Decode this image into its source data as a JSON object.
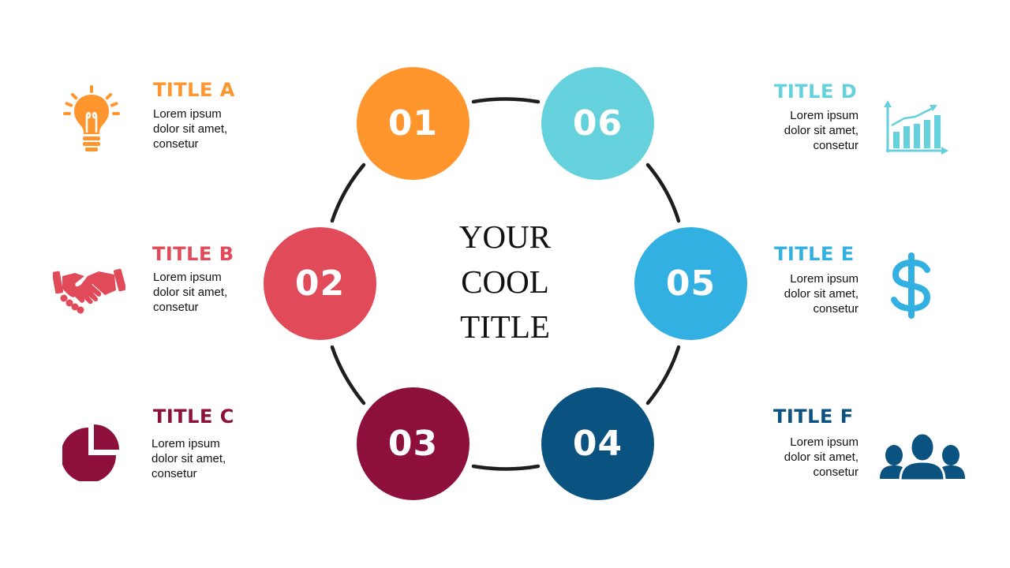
{
  "center_title": [
    "YOUR",
    "COOL",
    "TITLE"
  ],
  "colors": {
    "orange": "#FF952D",
    "red": "#E14A58",
    "maroon": "#8C103B",
    "navy": "#0A527F",
    "sky": "#33B0E2",
    "teal": "#64D1DC",
    "connector": "#1E1E1E"
  },
  "circles": [
    {
      "label": "01",
      "color": "#FF952D"
    },
    {
      "label": "02",
      "color": "#E14A58"
    },
    {
      "label": "03",
      "color": "#8C103B"
    },
    {
      "label": "04",
      "color": "#0A527F"
    },
    {
      "label": "05",
      "color": "#33B0E2"
    },
    {
      "label": "06",
      "color": "#64D1DC"
    }
  ],
  "items": [
    {
      "title": "TITLE A",
      "color": "#FF952D",
      "body": [
        "Lorem ipsum",
        "dolor sit amet,",
        "consetur"
      ],
      "icon": "lightbulb-icon"
    },
    {
      "title": "TITLE B",
      "color": "#E14A58",
      "body": [
        "Lorem ipsum",
        "dolor sit amet,",
        "consetur"
      ],
      "icon": "handshake-icon"
    },
    {
      "title": "TITLE C",
      "color": "#8C103B",
      "body": [
        "Lorem ipsum",
        "dolor sit amet,",
        "consetur"
      ],
      "icon": "pie-chart-icon"
    },
    {
      "title": "TITLE D",
      "color": "#64D1DC",
      "body": [
        "Lorem ipsum",
        "dolor sit amet,",
        "consetur"
      ],
      "icon": "growth-chart-icon"
    },
    {
      "title": "TITLE E",
      "color": "#33B0E2",
      "body": [
        "Lorem ipsum",
        "dolor sit amet,",
        "consetur"
      ],
      "icon": "dollar-icon"
    },
    {
      "title": "TITLE F",
      "color": "#0A527F",
      "body": [
        "Lorem ipsum",
        "dolor sit amet,",
        "consetur"
      ],
      "icon": "team-icon"
    }
  ]
}
